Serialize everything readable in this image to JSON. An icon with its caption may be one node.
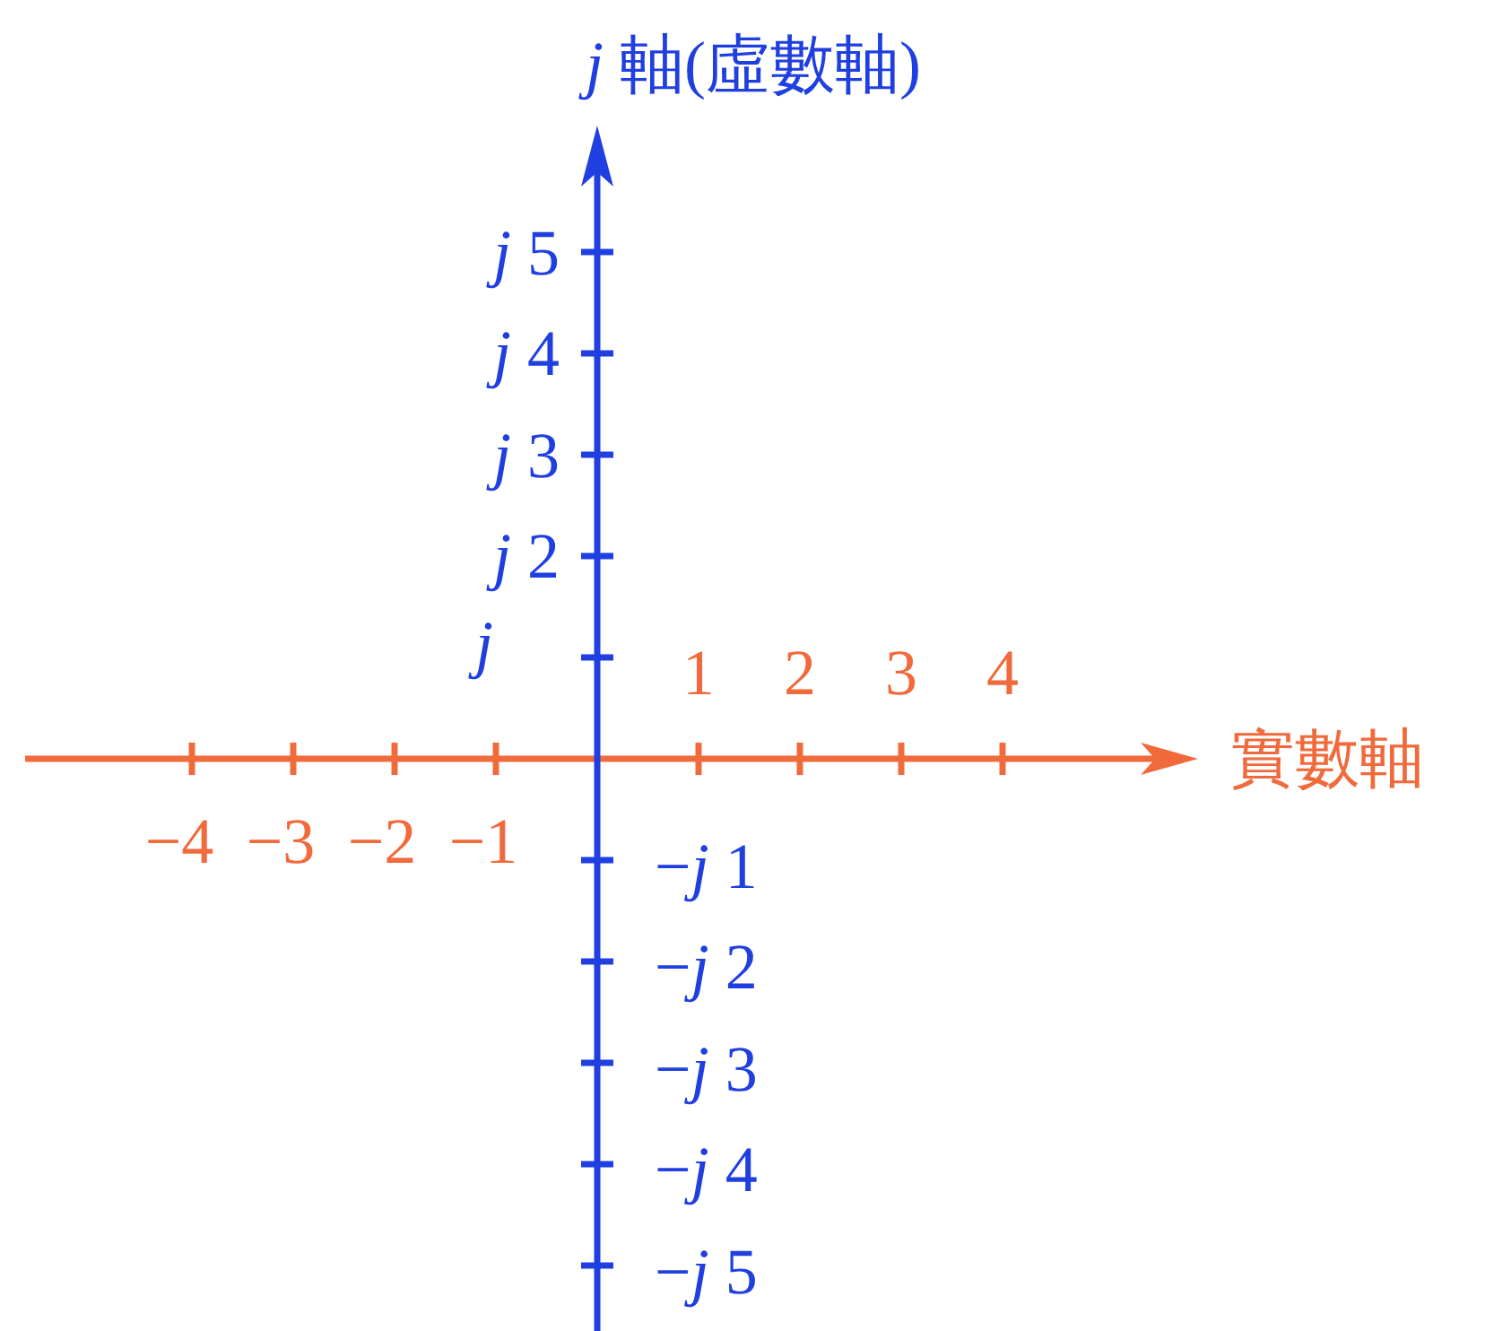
{
  "diagram": {
    "labels": [
      "*j* 軸(虛數軸)",
      "*j* 5",
      "*j* 4",
      "*j* 3",
      "*j* 2",
      "j",
      "1",
      "2",
      "3",
      "4",
      "實數軸",
      "−4",
      "−3",
      "−2",
      "−1",
      "−*j* 1",
      "−*j* 2",
      "−*j* 3",
      "−*j* 4",
      "−*j* 5"
    ]
  }
}
